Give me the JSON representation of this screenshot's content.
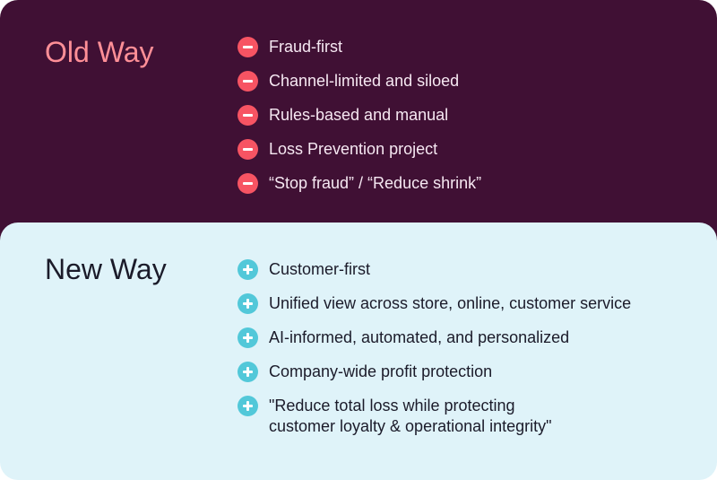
{
  "old_way": {
    "title": "Old Way",
    "items": [
      {
        "icon": "minus-icon",
        "text": "Fraud-first"
      },
      {
        "icon": "minus-icon",
        "text": "Channel-limited and siloed"
      },
      {
        "icon": "minus-icon",
        "text": "Rules-based and manual"
      },
      {
        "icon": "minus-icon",
        "text": "Loss Prevention project"
      },
      {
        "icon": "minus-icon",
        "text": "“Stop fraud” / “Reduce shrink”"
      }
    ]
  },
  "new_way": {
    "title": "New Way",
    "items": [
      {
        "icon": "plus-icon",
        "text": "Customer-first"
      },
      {
        "icon": "plus-icon",
        "text": "Unified view across store, online, customer service"
      },
      {
        "icon": "plus-icon",
        "text": "AI-informed, automated, and personalized"
      },
      {
        "icon": "plus-icon",
        "text": "Company-wide profit protection"
      },
      {
        "icon": "plus-icon",
        "text": "\"Reduce total loss while protecting\ncustomer loyalty & operational integrity\""
      }
    ]
  },
  "colors": {
    "old_background": "#401034",
    "old_title": "#ff8f97",
    "old_text": "#f6e8f2",
    "minus_badge": "#f75463",
    "new_background": "#dff3f9",
    "new_text": "#1b1b2a",
    "plus_badge": "#52c8d9"
  }
}
